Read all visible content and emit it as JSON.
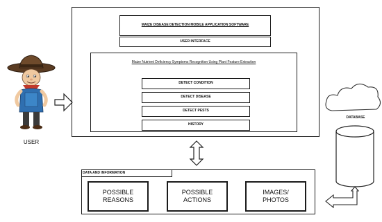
{
  "system": {
    "app_title": "MAIZE DISEASE DETECTION MOBILE APPLICATION SOFTWARE",
    "user_interface": "USER INTERFACE",
    "engine_title": "Maize Nutrient Deficiency Symptoms Recognition Using Plant Feature Extraction",
    "functions": [
      "DETECT CONDITION",
      "DETECT DISEASE",
      "DETECT PESTS",
      "HISTORY"
    ]
  },
  "data_panel": {
    "title": "DATA AND INFORMATION",
    "items": [
      "POSSIBLE REASONS",
      "POSSIBLE ACTIONS",
      "IMAGES/ PHOTOS"
    ]
  },
  "user_label": "USER",
  "database_label": "DATABASE"
}
